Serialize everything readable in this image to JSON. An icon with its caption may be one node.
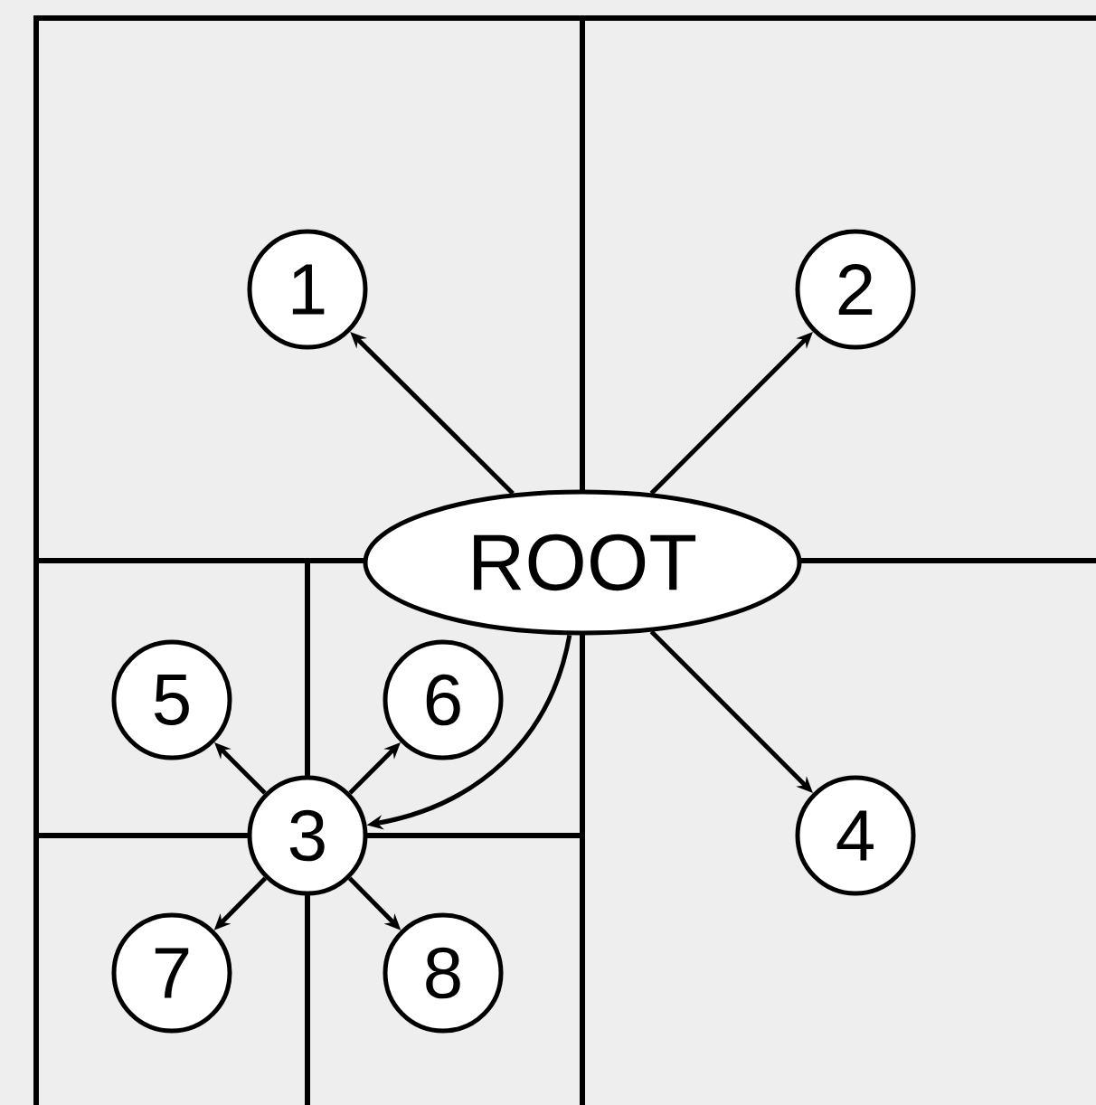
{
  "diagram": {
    "nodes": [
      {
        "text": [
          "ROOT"
        ]
      },
      {
        "text": [
          "1"
        ]
      },
      {
        "text": [
          "2"
        ]
      },
      {
        "text": [
          "3"
        ]
      },
      {
        "text": [
          "4"
        ]
      },
      {
        "text": [
          "5"
        ]
      },
      {
        "text": [
          "6"
        ]
      },
      {
        "text": [
          "7"
        ]
      },
      {
        "text": [
          "8"
        ]
      }
    ],
    "edges": [
      {
        "from": 0,
        "to": 1,
        "arrow": "to"
      },
      {
        "from": 0,
        "to": 2,
        "arrow": "to"
      },
      {
        "from": 0,
        "to": 4,
        "arrow": "to"
      },
      {
        "from": 0,
        "to": 3,
        "arrow": "to"
      },
      {
        "from": 3,
        "to": 5,
        "arrow": "to"
      },
      {
        "from": 3,
        "to": 6,
        "arrow": "to"
      },
      {
        "from": 3,
        "to": 7,
        "arrow": "to"
      },
      {
        "from": 3,
        "to": 8,
        "arrow": "to"
      }
    ]
  }
}
